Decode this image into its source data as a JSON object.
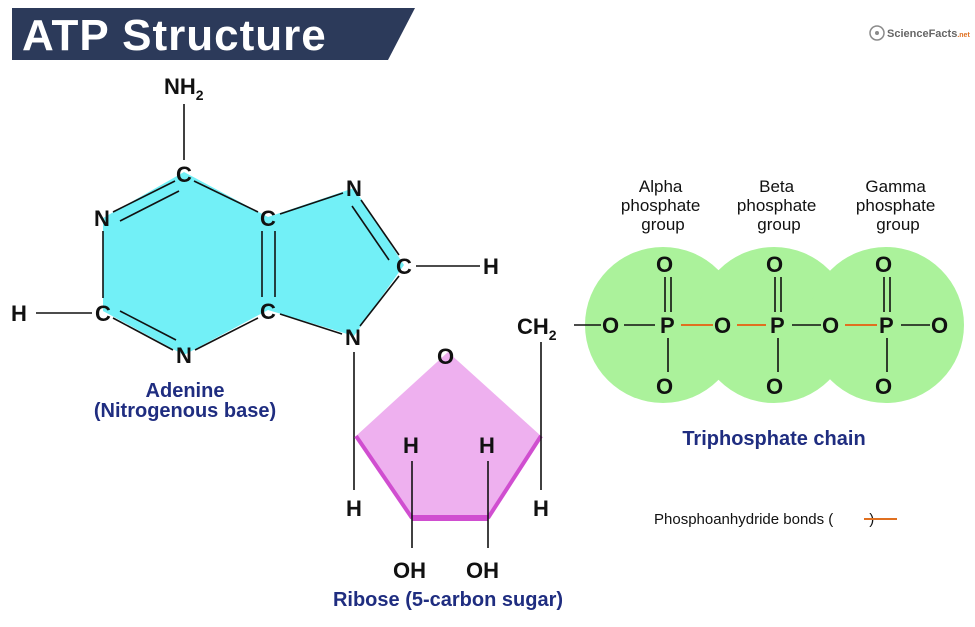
{
  "title": "ATP Structure",
  "logo": {
    "text": "ScienceFacts",
    "suffix": ".net"
  },
  "adenine": {
    "label_line1": "Adenine",
    "label_line2": "(Nitrogenous base)",
    "atoms": {
      "nh2": "NH",
      "nh2_sub": "2",
      "c": "C",
      "n": "N",
      "h": "H"
    },
    "fill": "#72f0f7"
  },
  "ribose": {
    "label": "Ribose (5-carbon sugar)",
    "atoms": {
      "o": "O",
      "h": "H",
      "oh": "OH",
      "ch2": "CH",
      "ch2_sub": "2"
    },
    "fill": "#eeb0ef",
    "edge": "#d04ed0"
  },
  "phosphates": {
    "groups": [
      {
        "line1": "Alpha",
        "line2": "phosphate",
        "line3": "group"
      },
      {
        "line1": "Beta",
        "line2": "phosphate",
        "line3": "group"
      },
      {
        "line1": "Gamma",
        "line2": "phosphate",
        "line3": "group"
      }
    ],
    "atoms": {
      "o": "O",
      "p": "P"
    },
    "label": "Triphosphate chain",
    "fill": "#abf29b"
  },
  "legend": {
    "text_before": "Phosphoanhydride bonds (",
    "text_after": ")",
    "color": "#e07020"
  }
}
